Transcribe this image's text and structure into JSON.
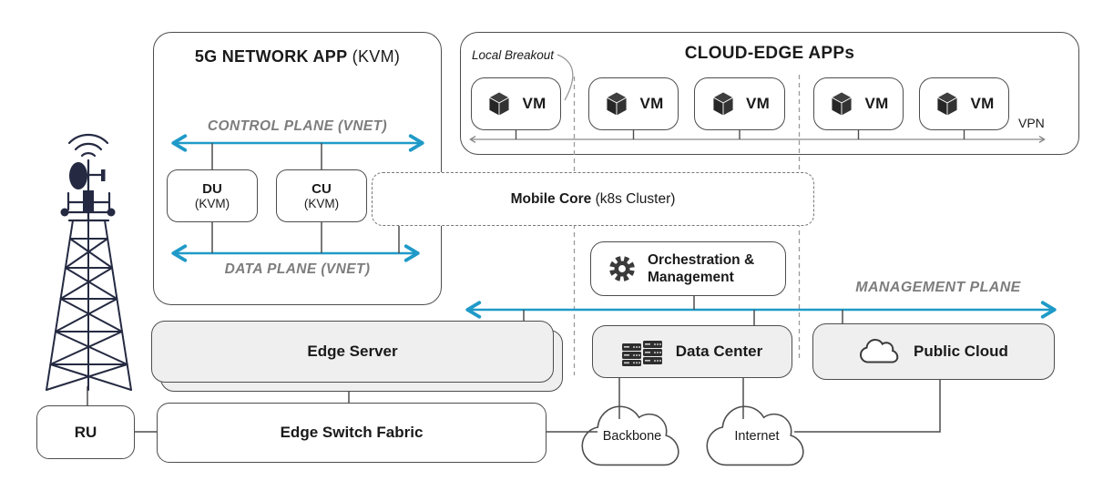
{
  "colors": {
    "accent_blue": "#1f9ac8",
    "border_dark": "#4d4d4d",
    "gray_fill": "#efefef",
    "plane_label_gray": "#7d7d7d",
    "dashed_gray": "#999999",
    "icon_dark": "#333333",
    "tower_navy": "#252a42"
  },
  "app5g": {
    "title_bold": "5G NETWORK APP",
    "title_suffix": " (KVM)",
    "control_plane": "CONTROL PLANE (VNET)",
    "data_plane": "DATA PLANE (VNET)",
    "du": {
      "name": "DU",
      "type": "(KVM)"
    },
    "cu": {
      "name": "CU",
      "type": "(KVM)"
    }
  },
  "cloud_edge": {
    "title": "CLOUD-EDGE APPs",
    "local_breakout": "Local Breakout",
    "vpn": "VPN",
    "vms": [
      {
        "label": "VM"
      },
      {
        "label": "VM"
      },
      {
        "label": "VM"
      },
      {
        "label": "VM"
      },
      {
        "label": "VM"
      }
    ]
  },
  "mobile_core": {
    "name": "Mobile Core",
    "type": " (k8s Cluster)"
  },
  "management": {
    "label": "MANAGEMENT PLANE"
  },
  "orchestration": {
    "line1": "Orchestration &",
    "line2": "Management"
  },
  "infra": {
    "edge_server": "Edge Server",
    "data_center": "Data Center",
    "public_cloud": "Public Cloud"
  },
  "bottom": {
    "ru": "RU",
    "edge_switch_fabric": "Edge Switch Fabric",
    "backbone": "Backbone",
    "internet": "Internet"
  }
}
